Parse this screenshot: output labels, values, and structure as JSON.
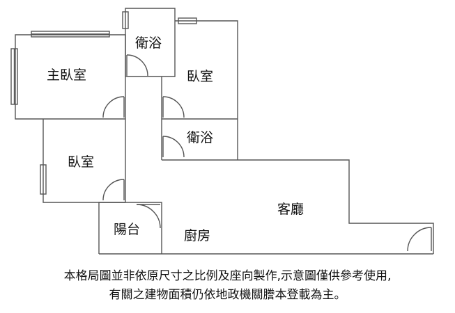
{
  "rooms": {
    "master_bedroom": "主臥室",
    "bath_top": "衛浴",
    "bedroom_right": "臥室",
    "bath_middle": "衛浴",
    "bedroom_left": "臥室",
    "living_room": "客廳",
    "balcony": "陽台",
    "kitchen": "廚房"
  },
  "disclaimer": {
    "line1": "本格局圖並非依原尺寸之比例及座向製作,示意圖僅供參考使用,",
    "line2": "有關之建物面積仍依地政機關謄本登載為主。"
  },
  "colors": {
    "wall": "#555555",
    "text": "#111111",
    "background": "#ffffff"
  }
}
